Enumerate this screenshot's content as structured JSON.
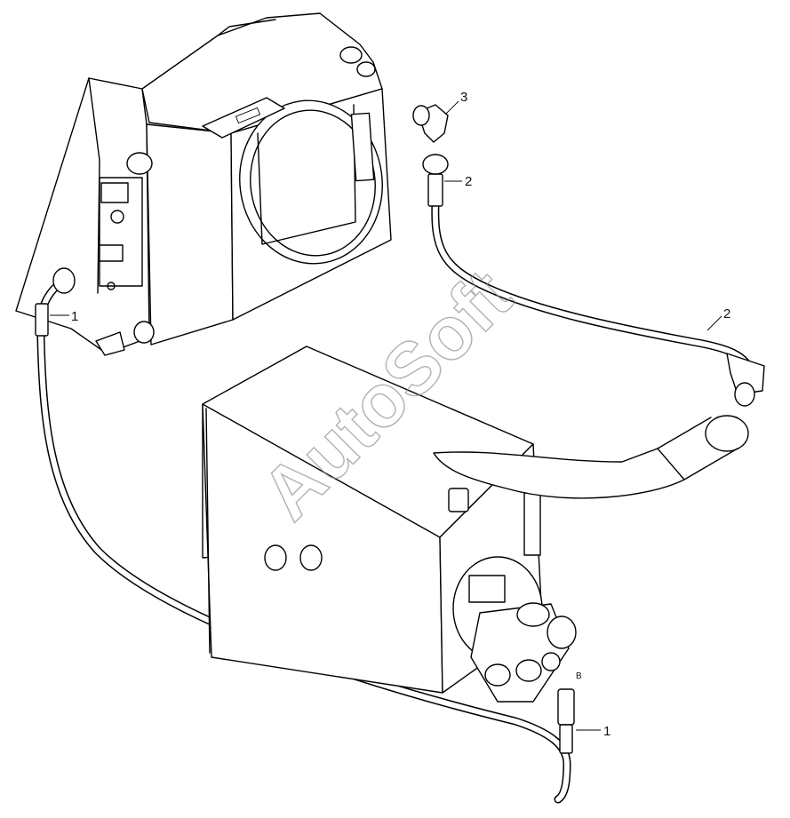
{
  "callouts": [
    {
      "id": "c1",
      "label": "3"
    },
    {
      "id": "c2",
      "label": "2"
    },
    {
      "id": "c3",
      "label": "2"
    },
    {
      "id": "c4",
      "label": "1"
    },
    {
      "id": "c5",
      "label": "1"
    },
    {
      "id": "c6",
      "label": "B"
    }
  ],
  "watermark": {
    "text": "AutoSoft",
    "color": "#888888"
  },
  "colors": {
    "line": "#000000",
    "background": "#ffffff"
  }
}
